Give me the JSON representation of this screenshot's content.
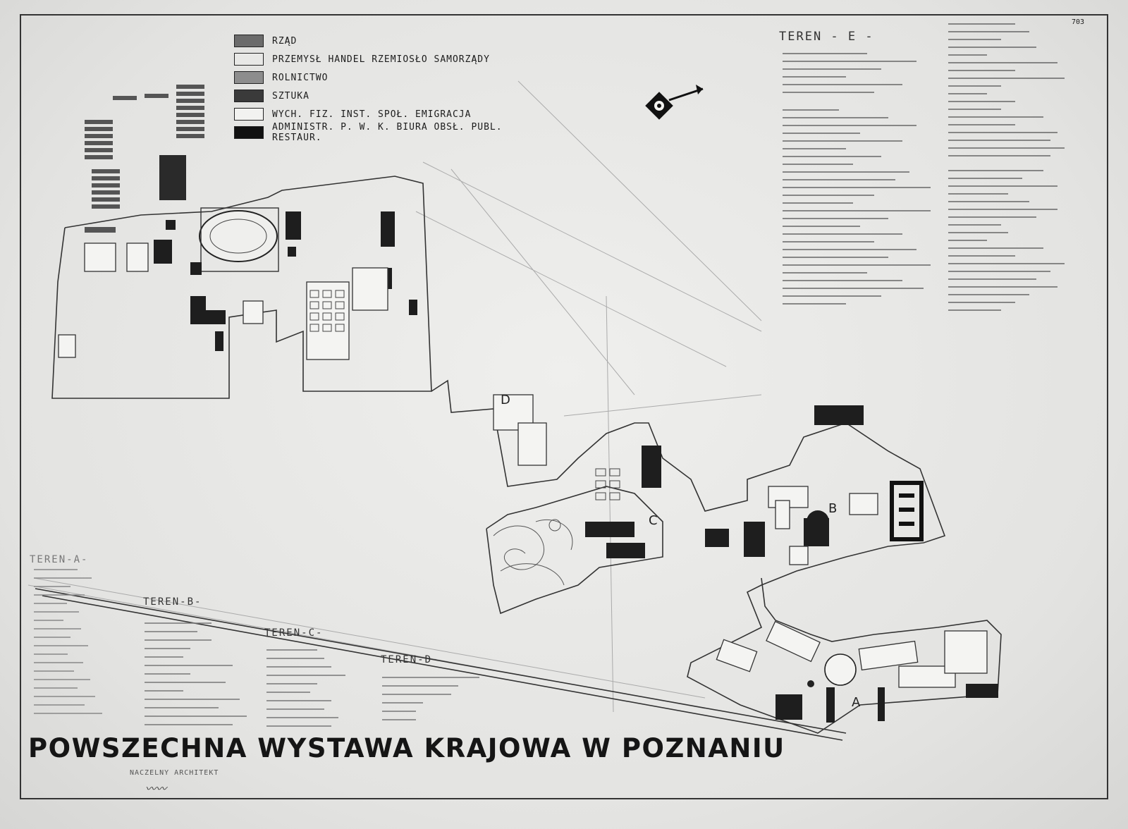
{
  "title": "POWSZECHNA WYSTAWA KRAJOWA W POZNANIU",
  "sheet_number": "703",
  "legend": {
    "items": [
      {
        "label": "RZĄD",
        "color": "#6b6b6b"
      },
      {
        "label": "PRZEMYSŁ HANDEL RZEMIOSŁO SAMORZĄDY",
        "color": "#e8e8e6"
      },
      {
        "label": "ROLNICTWO",
        "color": "#8d8d8d"
      },
      {
        "label": "SZTUKA",
        "color": "#3a3a3a"
      },
      {
        "label": "WYCH. FIZ. INST. SPOŁ. EMIGRACJA",
        "color": "#f2f2f0"
      },
      {
        "label": "ADMINISTR. P. W. K. BIURA OBSŁ. PUBL. RESTAUR.",
        "color": "#111111"
      }
    ]
  },
  "areas": {
    "teren_e": {
      "heading": "TEREN - E -"
    },
    "teren_a": {
      "heading": "TEREN-A-"
    },
    "teren_b": {
      "heading": "TEREN-B-"
    },
    "teren_c": {
      "heading": "TEREN-C-"
    },
    "teren_d": {
      "heading": "TEREN-D-"
    }
  },
  "map_letters": [
    "A",
    "B",
    "C",
    "D"
  ],
  "architect_caption": "NACZELNY ARCHITEKT",
  "colors": {
    "paper": "#e7e7e5",
    "ink": "#1c1c1c",
    "dark_fill": "#222222"
  }
}
